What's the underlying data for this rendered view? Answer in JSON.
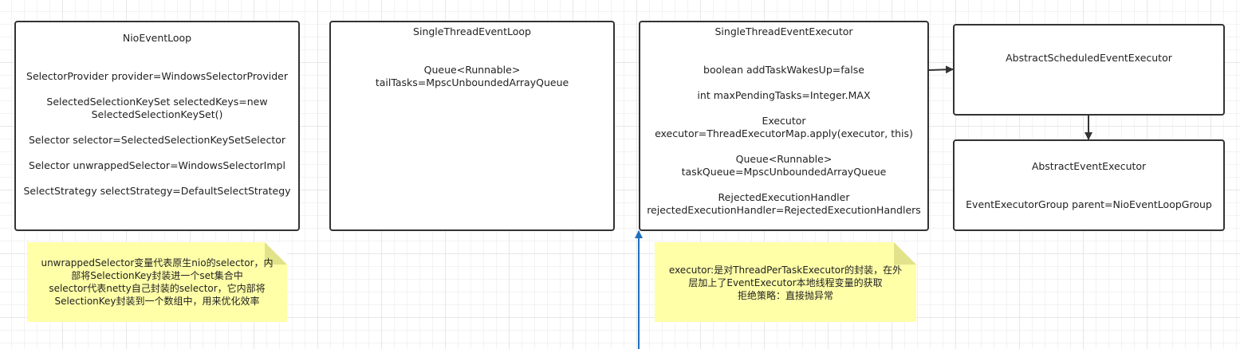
{
  "nodes": {
    "nio_event_loop": {
      "title": "NioEventLoop",
      "lines": [
        "SelectorProvider provider=WindowsSelectorProvider",
        "SelectedSelectionKeySet selectedKeys=new",
        "SelectedSelectionKeySet()",
        "Selector selector=SelectedSelectionKeySetSelector",
        "Selector unwrappedSelector=WindowsSelectorImpl",
        "SelectStrategy selectStrategy=DefaultSelectStrategy"
      ]
    },
    "single_thread_event_loop": {
      "title": "SingleThreadEventLoop",
      "lines": [
        "Queue<Runnable>",
        "tailTasks=MpscUnboundedArrayQueue"
      ]
    },
    "single_thread_event_executor": {
      "title": "SingleThreadEventExecutor",
      "lines": [
        "boolean addTaskWakesUp=false",
        "int maxPendingTasks=Integer.MAX",
        "Executor",
        "executor=ThreadExecutorMap.apply(executor, this)",
        "Queue<Runnable>",
        "taskQueue=MpscUnboundedArrayQueue",
        "RejectedExecutionHandler",
        "rejectedExecutionHandler=RejectedExecutionHandlers"
      ]
    },
    "abstract_scheduled_event_executor": {
      "title": "AbstractScheduledEventExecutor"
    },
    "abstract_event_executor": {
      "title": "AbstractEventExecutor",
      "lines": [
        "EventExecutorGroup parent=NioEventLoopGroup"
      ]
    }
  },
  "notes": {
    "selector_note": [
      "unwrappedSelector变量代表原生nio的selector，内",
      "部将SelectionKey封装进一个set集合中",
      "selector代表netty自己封装的selector，它内部将",
      "SelectionKey封装到一个数组中，用来优化效率"
    ],
    "executor_note": [
      "executor:是对ThreadPerTaskExecutor的封装，在外",
      "层加上了EventExecutor本地线程变量的获取",
      "拒绝策略：直接抛异常"
    ]
  },
  "colors": {
    "box_border": "#333333",
    "note_fill": "#ffffa8",
    "arrow_dark": "#333333",
    "arrow_blue": "#1f6fbf"
  }
}
